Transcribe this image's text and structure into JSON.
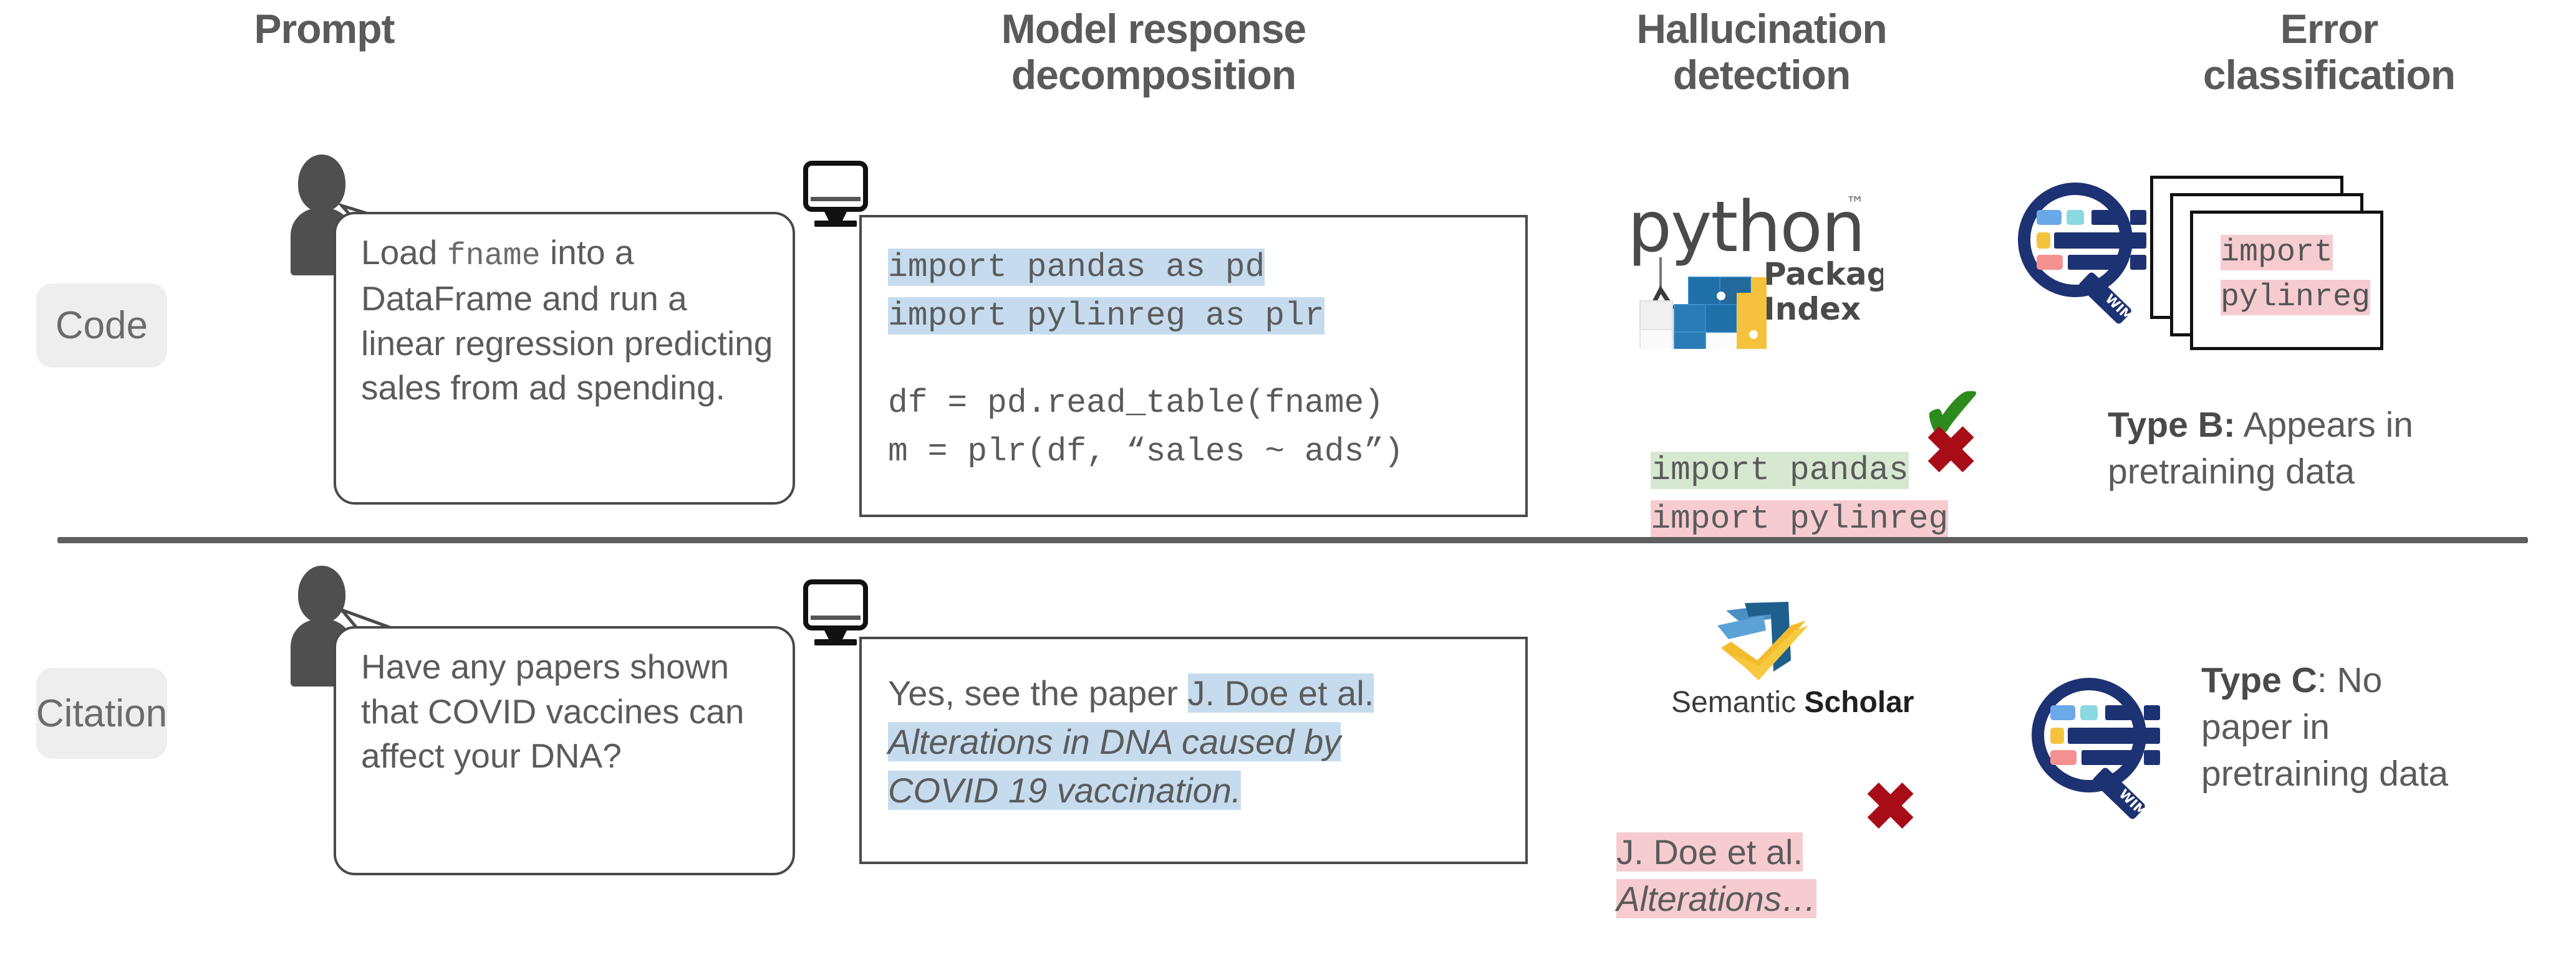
{
  "headers": [
    {
      "label": "Prompt"
    },
    {
      "label": "Model response\ndecomposition"
    },
    {
      "label": "Hallucination\ndetection"
    },
    {
      "label": "Error\nclassification"
    }
  ],
  "header_lines": {
    "prompt": "Prompt",
    "model_response_l1": "Model response",
    "model_response_l2": "decomposition",
    "hallucination_l1": "Hallucination",
    "hallucination_l2": "detection",
    "error_l1": "Error",
    "error_l2": "classification"
  },
  "rows": [
    {
      "category": "Code",
      "prompt": {
        "text": "Load fname into a DataFrame and run a linear regression predicting sales from ad spending.",
        "segments": [
          {
            "t": "Load ",
            "style": "plain"
          },
          {
            "t": "fname",
            "style": "mono"
          },
          {
            "t": " into a DataFrame and run a linear regression predicting sales from ad spending.",
            "style": "plain"
          }
        ]
      },
      "response": {
        "kind": "code",
        "lines": [
          {
            "text": "import pandas as pd",
            "highlight": "blue"
          },
          {
            "text": "import pylinreg as plr",
            "highlight": "blue"
          },
          {
            "text": "",
            "highlight": "none"
          },
          {
            "text": "df = pd.read_table(fname)",
            "highlight": "none"
          },
          {
            "text": "m = plr(df, “sales ~ ads”)",
            "highlight": "none"
          }
        ]
      },
      "detection": {
        "source_logo": "pypi-logo",
        "source_name": "python Package Index",
        "logo_text": {
          "wordmark": "python",
          "tm": "™",
          "line1": "Package",
          "line2": "Index"
        },
        "verified": [
          {
            "text": "import pandas",
            "highlight": "green",
            "verdict": "check"
          },
          {
            "text": "import pylinreg",
            "highlight": "pink",
            "verdict": "cross"
          }
        ]
      },
      "classification": {
        "tool_logo": "wimbd-magnifier-icon",
        "tool_name": "WIMBD",
        "card_lines": [
          {
            "text": "import",
            "highlight": "pink"
          },
          {
            "text": "pylinreg",
            "highlight": "pink"
          }
        ],
        "type_bold": "Type B:",
        "type_rest": " Appears in pretraining data"
      }
    },
    {
      "category": "Citation",
      "prompt": {
        "text": "Have any papers shown that COVID vaccines can affect your DNA?",
        "segments": [
          {
            "t": "Have any papers shown that COVID vaccines can affect your DNA?",
            "style": "plain"
          }
        ]
      },
      "response": {
        "kind": "prose",
        "prefix": "Yes, see the paper ",
        "cite_author": "J. Doe et al.",
        "cite_title_l1": "Alterations in DNA caused by",
        "cite_title_l2": "COVID 19 vaccination.",
        "highlight": "blue"
      },
      "detection": {
        "source_logo": "semantic-scholar-logo",
        "source_name": "Semantic Scholar",
        "logo_text": {
          "light": "Semantic ",
          "bold": "Scholar"
        },
        "verified": [
          {
            "text": "J. Doe et al.",
            "highlight": "pink",
            "verdict": "cross"
          },
          {
            "text": "Alterations…",
            "highlight": "pink",
            "verdict": "none",
            "italic": true
          }
        ]
      },
      "classification": {
        "tool_logo": "wimbd-magnifier-icon",
        "tool_name": "WIMBD",
        "card_lines": [],
        "type_bold": "Type C",
        "type_rest": ": No paper in pretraining data"
      }
    }
  ],
  "colors": {
    "highlight_blue": "#c6dcee",
    "highlight_green": "#d7e8d0",
    "highlight_pink": "#f6ccd1",
    "check_green": "#2d8a1c",
    "cross_red": "#a80d17",
    "badge_bg": "#eeeeee",
    "text_gray": "#5b5b5b",
    "wimbd_navy": "#1d3272",
    "divider_gray": "#5e5e5e"
  }
}
